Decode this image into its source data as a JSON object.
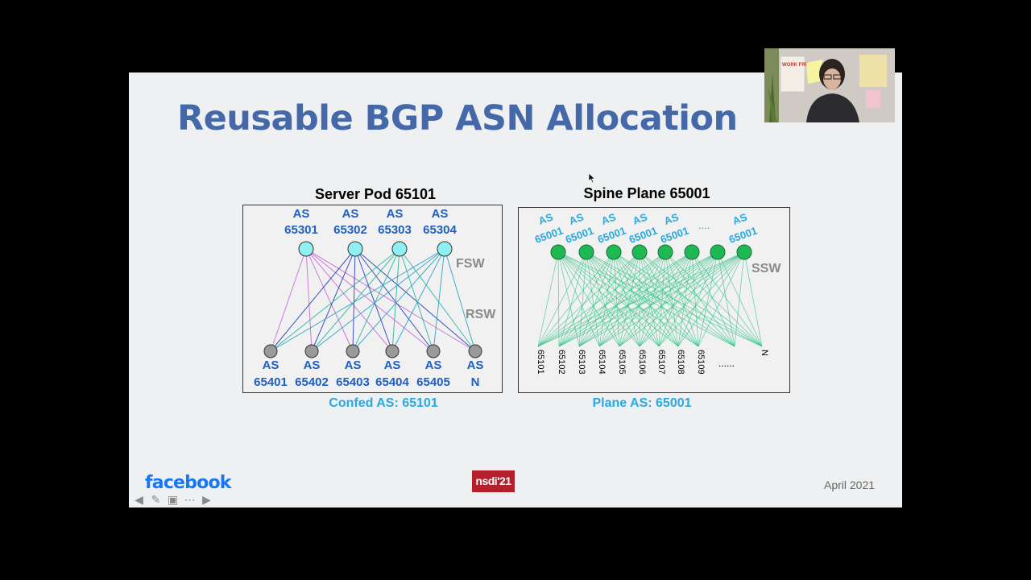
{
  "slide": {
    "title": "Reusable BGP ASN Allocation",
    "date": "April 2021",
    "logo_left": "facebook",
    "logo_center": "nsdi'21"
  },
  "server_pod": {
    "title": "Server Pod 65101",
    "fsw_label": "FSW",
    "rsw_label": "RSW",
    "fsw_nodes": [
      {
        "as": "AS",
        "num": "65301"
      },
      {
        "as": "AS",
        "num": "65302"
      },
      {
        "as": "AS",
        "num": "65303"
      },
      {
        "as": "AS",
        "num": "65304"
      }
    ],
    "rsw_nodes": [
      {
        "as": "AS",
        "num": "65401"
      },
      {
        "as": "AS",
        "num": "65402"
      },
      {
        "as": "AS",
        "num": "65403"
      },
      {
        "as": "AS",
        "num": "65404"
      },
      {
        "as": "AS",
        "num": "65405"
      },
      {
        "as": "AS",
        "num": "N"
      }
    ],
    "caption": "Confed AS: 65101"
  },
  "spine_plane": {
    "title": "Spine Plane 65001",
    "ssw_label": "SSW",
    "ssw_nodes": [
      {
        "as": "AS",
        "num": "65001"
      },
      {
        "as": "AS",
        "num": "65001"
      },
      {
        "as": "AS",
        "num": "65001"
      },
      {
        "as": "AS",
        "num": "65001"
      },
      {
        "as": "AS",
        "num": "65001"
      },
      {
        "as": "",
        "num": "...."
      },
      {
        "as": "AS",
        "num": "65001"
      }
    ],
    "bottom_labels": [
      "65101",
      "65102",
      "65103",
      "65104",
      "65105",
      "65106",
      "65107",
      "65108",
      "65109",
      "......",
      "N"
    ],
    "caption": "Plane AS: 65001"
  },
  "webcam": {
    "poster_text": "WORK FROM HOME"
  },
  "colors": {
    "title": "#4468a8",
    "as_label": "#1f5fbf",
    "ssw_as_label": "#29a9df",
    "caption": "#29a9df",
    "fsw_fill": "#8ff0f2",
    "ssw_fill": "#1db954",
    "rsw_fill": "#9a9a9a"
  }
}
